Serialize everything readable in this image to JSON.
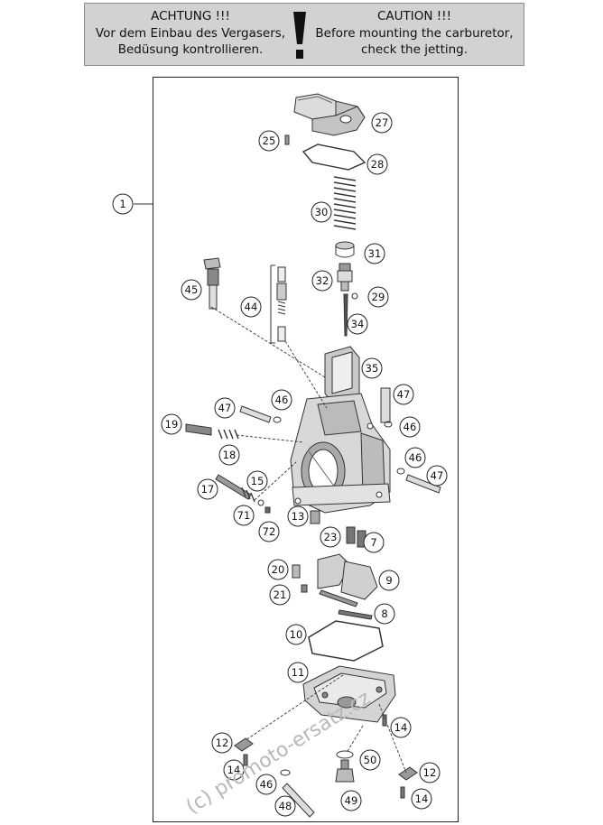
{
  "warning": {
    "de_title": "ACHTUNG !!!",
    "de_line1": "Vor dem Einbau des Vergasers,",
    "de_line2": "Bedüsung kontrollieren.",
    "symbol": "!",
    "en_title": "CAUTION !!!",
    "en_line1": "Before mounting the carburetor,",
    "en_line2": "check the jetting."
  },
  "watermark": "(c) promoto-ersatz.cz",
  "callouts": [
    {
      "label": "1"
    },
    {
      "label": "27"
    },
    {
      "label": "25"
    },
    {
      "label": "28"
    },
    {
      "label": "30"
    },
    {
      "label": "31"
    },
    {
      "label": "32"
    },
    {
      "label": "29"
    },
    {
      "label": "45"
    },
    {
      "label": "44"
    },
    {
      "label": "34"
    },
    {
      "label": "35"
    },
    {
      "label": "47"
    },
    {
      "label": "46"
    },
    {
      "label": "47"
    },
    {
      "label": "46"
    },
    {
      "label": "19"
    },
    {
      "label": "18"
    },
    {
      "label": "46"
    },
    {
      "label": "47"
    },
    {
      "label": "17"
    },
    {
      "label": "15"
    },
    {
      "label": "71"
    },
    {
      "label": "72"
    },
    {
      "label": "13"
    },
    {
      "label": "23"
    },
    {
      "label": "7"
    },
    {
      "label": "20"
    },
    {
      "label": "9"
    },
    {
      "label": "21"
    },
    {
      "label": "8"
    },
    {
      "label": "10"
    },
    {
      "label": "11"
    },
    {
      "label": "14"
    },
    {
      "label": "12"
    },
    {
      "label": "50"
    },
    {
      "label": "14"
    },
    {
      "label": "12"
    },
    {
      "label": "46"
    },
    {
      "label": "49"
    },
    {
      "label": "48"
    },
    {
      "label": "14"
    }
  ]
}
